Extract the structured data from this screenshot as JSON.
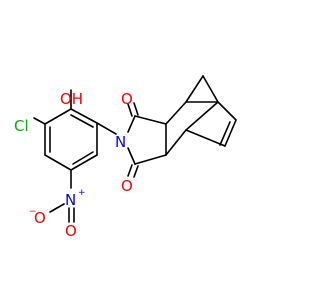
{
  "atoms": {
    "hydroxyl": {
      "label": "OH",
      "color": "#ff0000"
    },
    "chlorine": {
      "label": "Cl",
      "color": "#00b300"
    },
    "carbonyl_top_oxygen": {
      "label": "O",
      "color": "#ff0000"
    },
    "carbonyl_bottom_oxygen": {
      "label": "O",
      "color": "#ff0000"
    },
    "imide_nitrogen": {
      "label": "N",
      "color": "#0000ff"
    },
    "nitro_nitrogen": {
      "label": "N",
      "color": "#0000ff",
      "charge": "+"
    },
    "nitro_oxygen_left": {
      "label": "O",
      "color": "#ff0000",
      "charge": "−"
    },
    "nitro_oxygen_bottom": {
      "label": "O",
      "color": "#ff0000"
    }
  },
  "bond_color": "#000000"
}
